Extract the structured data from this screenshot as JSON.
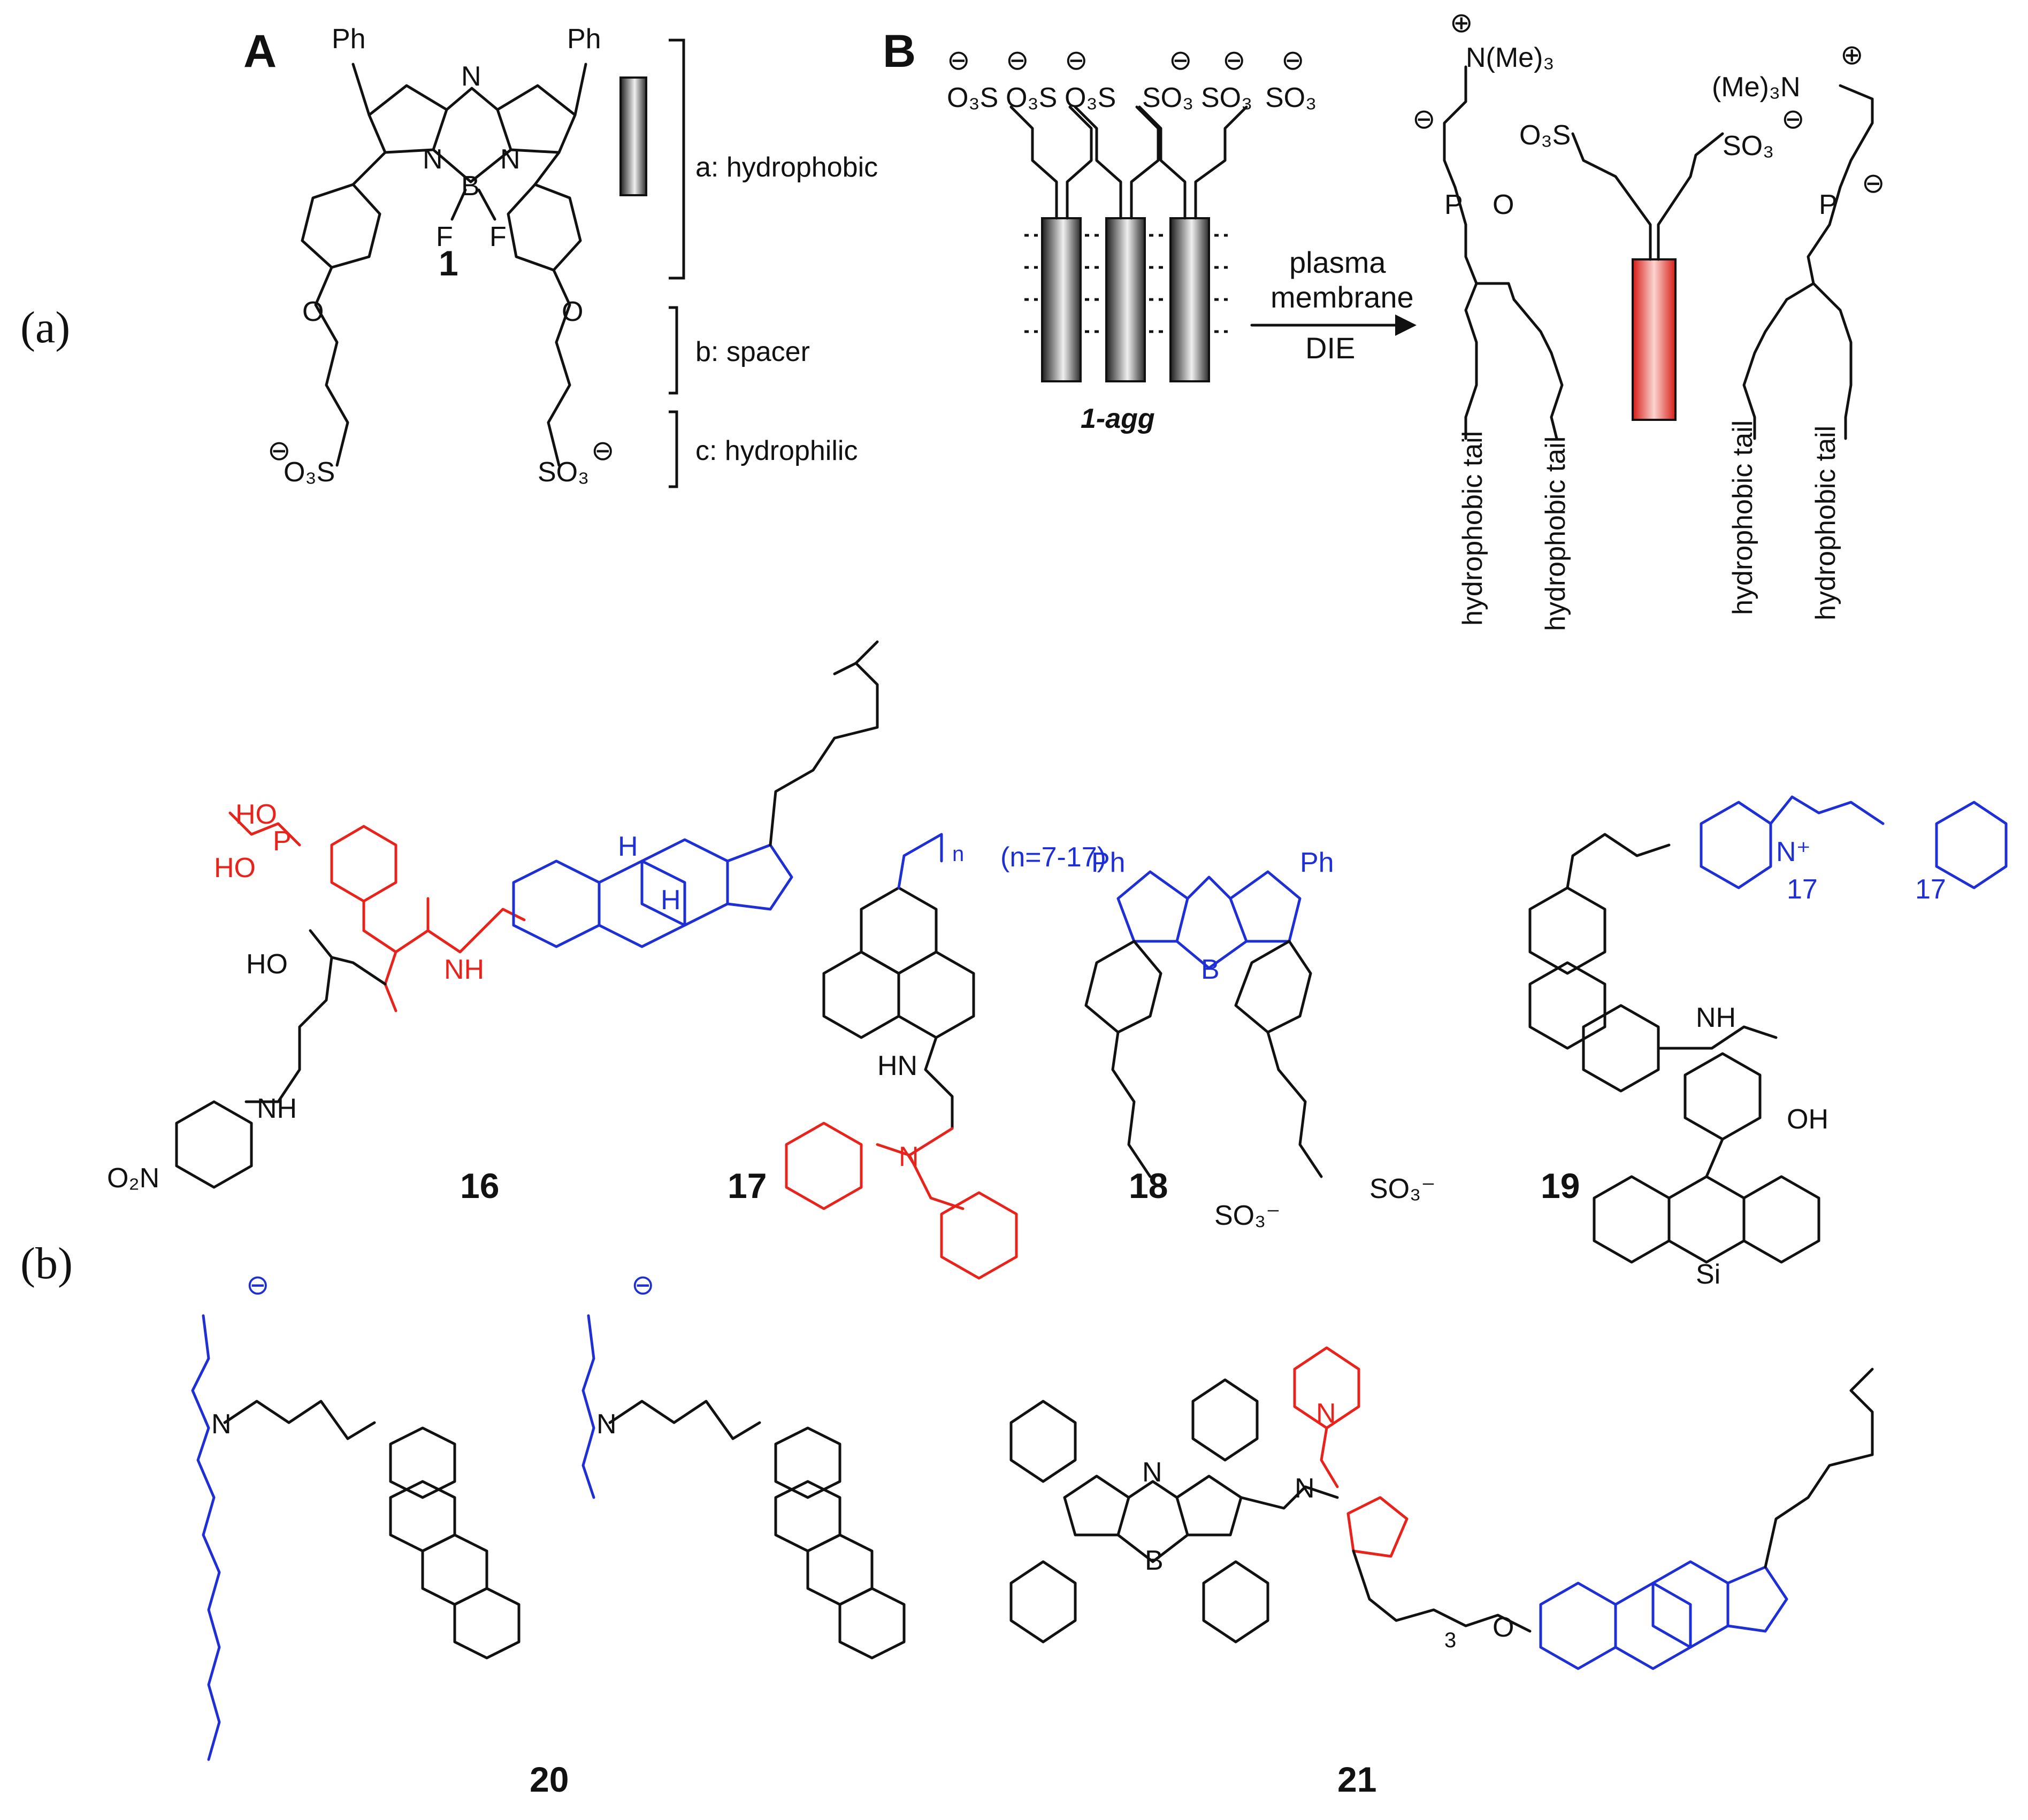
{
  "panel_tags": {
    "a": "(a)",
    "b": "(b)"
  },
  "subpanels": {
    "A": "A",
    "B": "B"
  },
  "legend_A": {
    "hydrophobic": "a: hydrophobic",
    "spacer": "b: spacer",
    "hydrophilic": "c: hydrophilic"
  },
  "atoms": {
    "Ph": "Ph",
    "N": "N",
    "B": "B",
    "F": "F",
    "O": "O",
    "H": "H",
    "O3S": "O₃S",
    "SO3": "SO₃",
    "SO3minus": "SO₃⁻",
    "minus": "⊖",
    "plus": "⊕",
    "NMe3": "N(Me)₃",
    "Me3N": "(Me)₃N",
    "P": "P",
    "NH": "NH",
    "HN": "HN",
    "OH": "OH",
    "HO": "HO",
    "HOOC": "HO",
    "O2N": "O₂N",
    "Si": "Si",
    "N_plus": "N⁺",
    "n": "n",
    "Npy": "N"
  },
  "compound_labels": {
    "c1": "1",
    "c1agg": "1-agg",
    "c16": "16",
    "c17": "17",
    "c18": "18",
    "c19": "19",
    "c20": "20",
    "c21": "21"
  },
  "arrow": {
    "line1": "plasma",
    "line2": "membrane",
    "line3": "DIE"
  },
  "tails": [
    "hydrophobic tail",
    "hydrophobic tail",
    "hydrophobic tail",
    "hydrophobic tail"
  ],
  "annotations": {
    "n_range": "(n=7-17)",
    "seventeen": "17",
    "three": "3"
  },
  "colors": {
    "highlight_red": "#e8231c",
    "highlight_blue": "#1f2fd6",
    "ink": "#111111"
  }
}
